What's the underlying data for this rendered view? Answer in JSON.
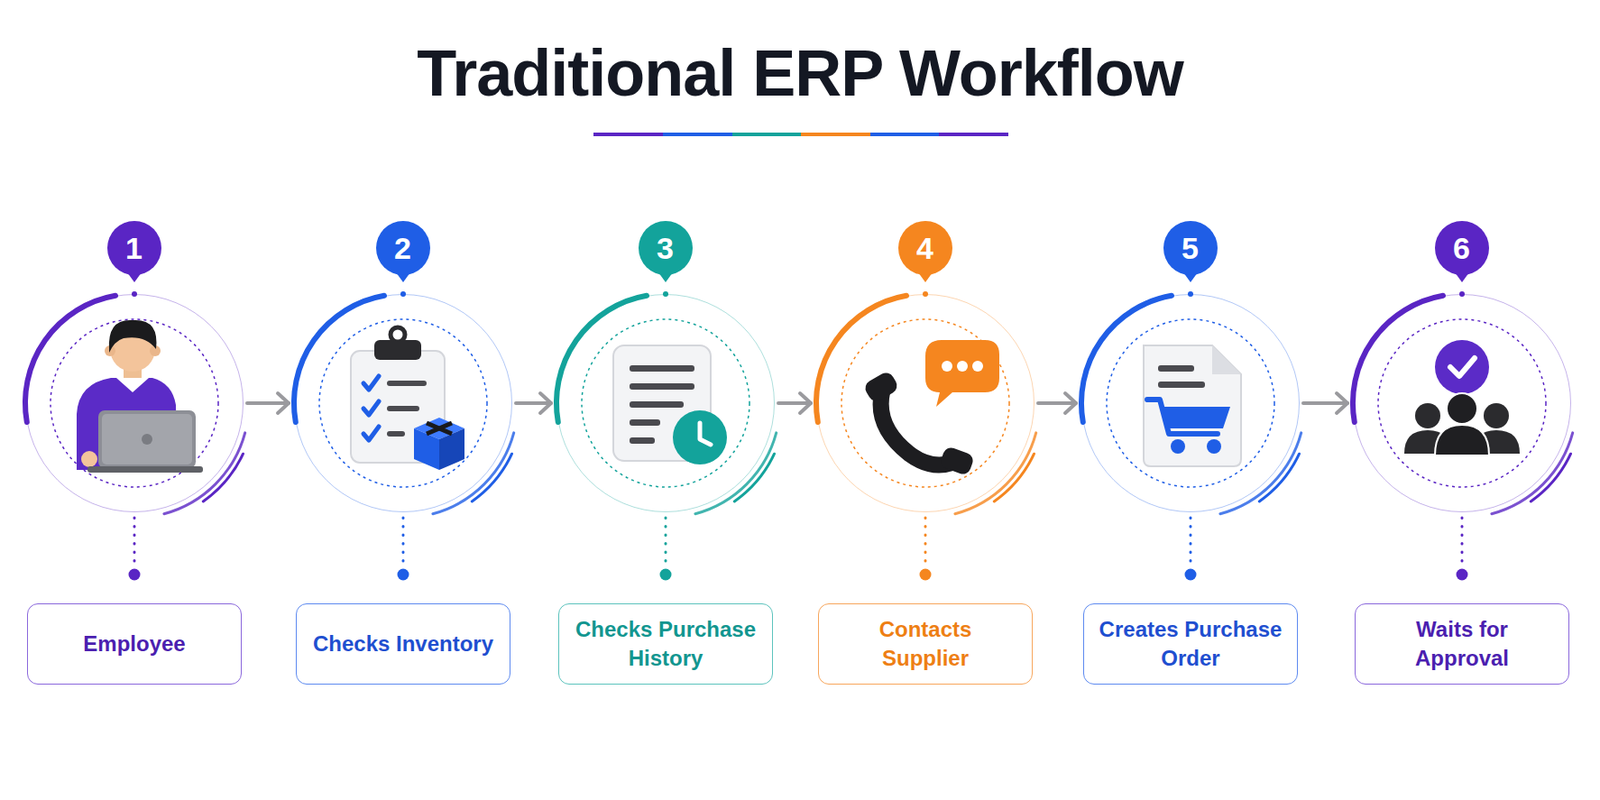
{
  "diagram": {
    "title": "Traditional ERP Workflow",
    "nodes": [
      {
        "text": [
          "1"
        ]
      },
      {
        "text": [
          "Employee"
        ]
      },
      {
        "text": [
          "2"
        ]
      },
      {
        "text": [
          "Checks Inventory"
        ]
      },
      {
        "text": [
          "3"
        ]
      },
      {
        "text": [
          "Checks Purchase History"
        ]
      },
      {
        "text": [
          "4"
        ]
      },
      {
        "text": [
          "Contacts Supplier"
        ]
      },
      {
        "text": [
          "5"
        ]
      },
      {
        "text": [
          "Creates Purchase Order"
        ]
      },
      {
        "text": [
          "6"
        ]
      },
      {
        "text": [
          "Waits for Approval"
        ]
      }
    ],
    "edges": [
      {
        "from": 0,
        "to": 1,
        "arrow": "none"
      },
      {
        "from": 0,
        "to": 2,
        "arrow": "to"
      },
      {
        "from": 2,
        "to": 3,
        "arrow": "none"
      },
      {
        "from": 2,
        "to": 4,
        "arrow": "to"
      },
      {
        "from": 4,
        "to": 5,
        "arrow": "none"
      },
      {
        "from": 4,
        "to": 6,
        "arrow": "to"
      },
      {
        "from": 6,
        "to": 7,
        "arrow": "none"
      },
      {
        "from": 6,
        "to": 8,
        "arrow": "to"
      },
      {
        "from": 8,
        "to": 9,
        "arrow": "none"
      },
      {
        "from": 8,
        "to": 10,
        "arrow": "to"
      },
      {
        "from": 10,
        "to": 11,
        "arrow": "none"
      }
    ]
  }
}
